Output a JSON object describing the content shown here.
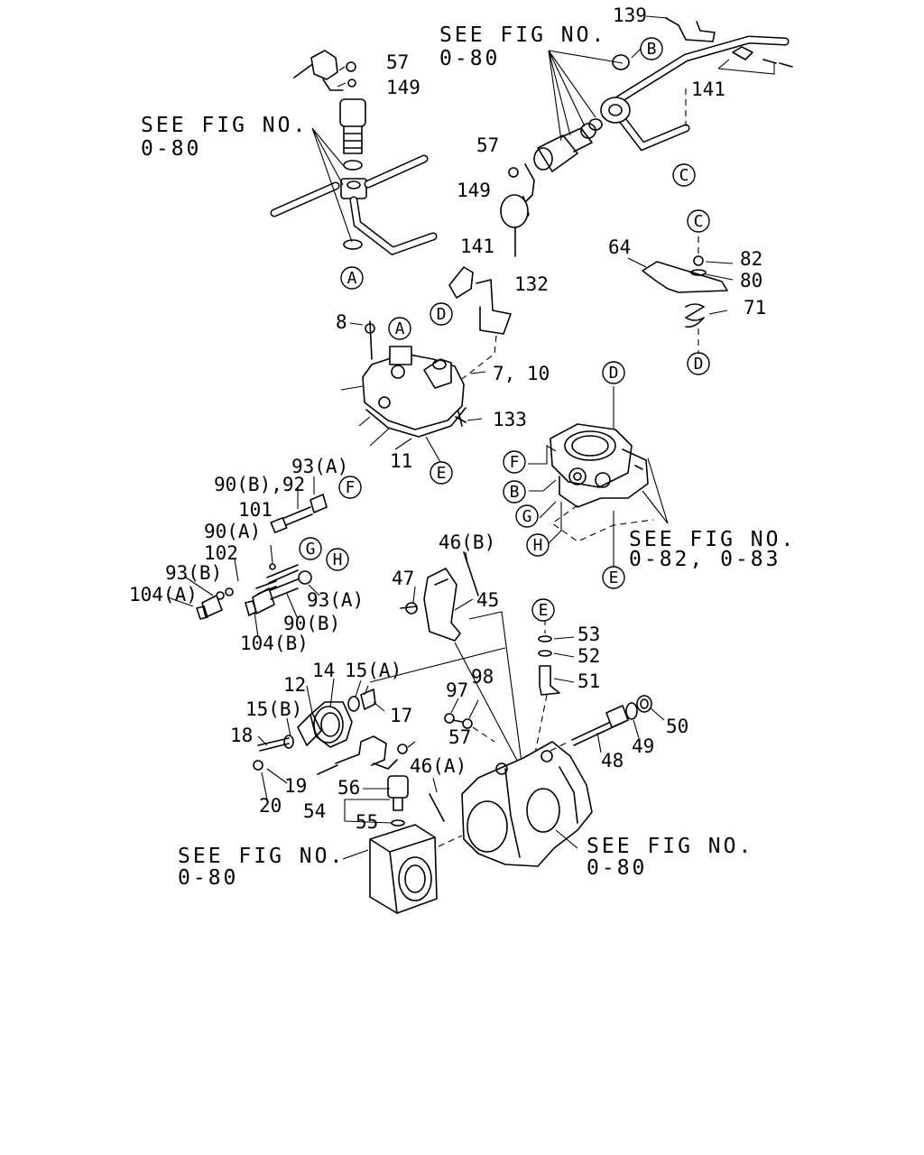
{
  "references": [
    {
      "id": "ref-tl-1",
      "line1": "SEE FIG NO.",
      "line2": "0-80"
    },
    {
      "id": "ref-tr",
      "line1": "SEE FIG NO.",
      "line2": "0-80"
    },
    {
      "id": "ref-mid",
      "line1": "SEE FIG NO.",
      "line2": "0-82, 0-83"
    },
    {
      "id": "ref-br",
      "line1": "SEE FIG NO.",
      "line2": "0-80"
    },
    {
      "id": "ref-bl",
      "line1": "SEE FIG NO.",
      "line2": "0-80"
    }
  ],
  "part_numbers": [
    "57",
    "149",
    "139",
    "141",
    "57",
    "149",
    "141",
    "132",
    "64",
    "82",
    "80",
    "71",
    "8",
    "7, 10",
    "133",
    "11",
    "90(B),92",
    "93(A)",
    "101",
    "90(A)",
    "102",
    "93(B)",
    "104(A)",
    "93(A)",
    "90(B)",
    "104(B)",
    "46(B)",
    "47",
    "45",
    "53",
    "52",
    "51",
    "12",
    "14",
    "15(A)",
    "15(B)",
    "17",
    "18",
    "19",
    "20",
    "97",
    "98",
    "57",
    "56",
    "46(A)",
    "54",
    "55",
    "48",
    "49",
    "50"
  ],
  "callouts": [
    "A",
    "B",
    "C",
    "D",
    "A",
    "C",
    "D",
    "D",
    "F",
    "B",
    "G",
    "H",
    "F",
    "G",
    "H",
    "E",
    "E",
    "E"
  ]
}
